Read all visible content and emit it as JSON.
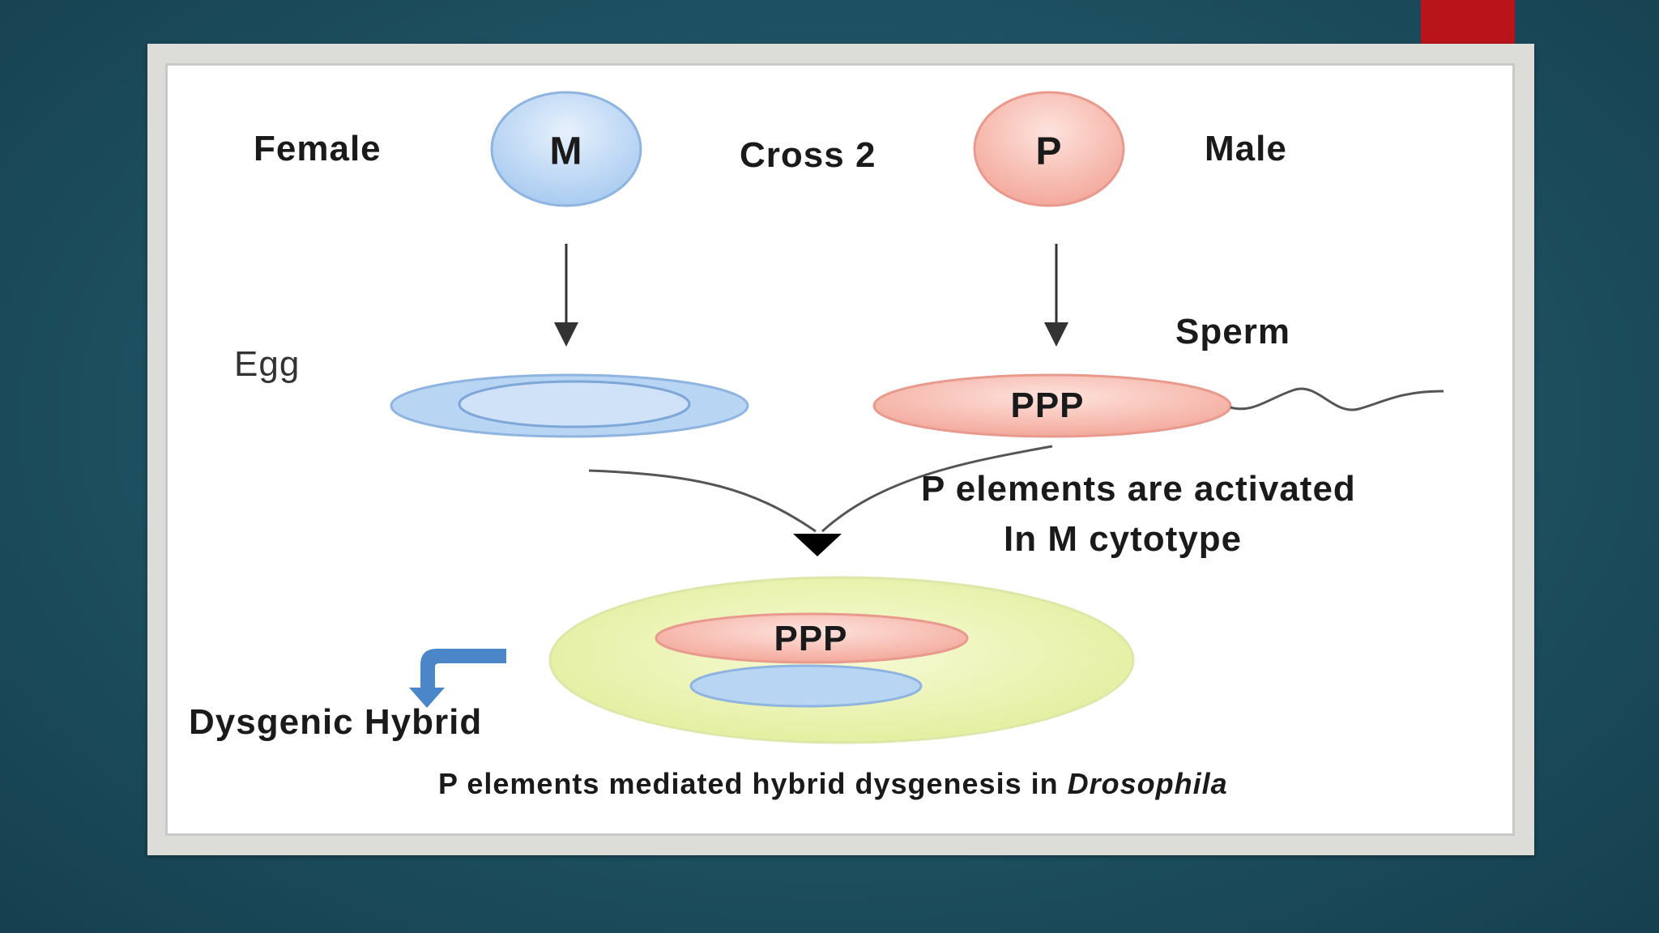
{
  "slide": {
    "female_label": "Female",
    "male_label": "Male",
    "cross_label": "Cross 2",
    "maternal_letter": "M",
    "paternal_letter": "P",
    "egg_label": "Egg",
    "sperm_label": "Sperm",
    "sperm_cargo": "PPP",
    "annotation_line1": "P elements are activated",
    "annotation_line2": "In M cytotype",
    "zygote_cargo": "PPP",
    "hybrid_label": "Dysgenic Hybrid",
    "caption_main": "P elements mediated hybrid dysgenesis in ",
    "caption_italic": "Drosophila"
  },
  "colors": {
    "maternal_blue": "#bcd7f5",
    "paternal_pink": "#f7bdb3",
    "zygote_green": "#eef4b4",
    "arrow_blue": "#4a86c8",
    "slide_red_accent": "#b8141a"
  }
}
